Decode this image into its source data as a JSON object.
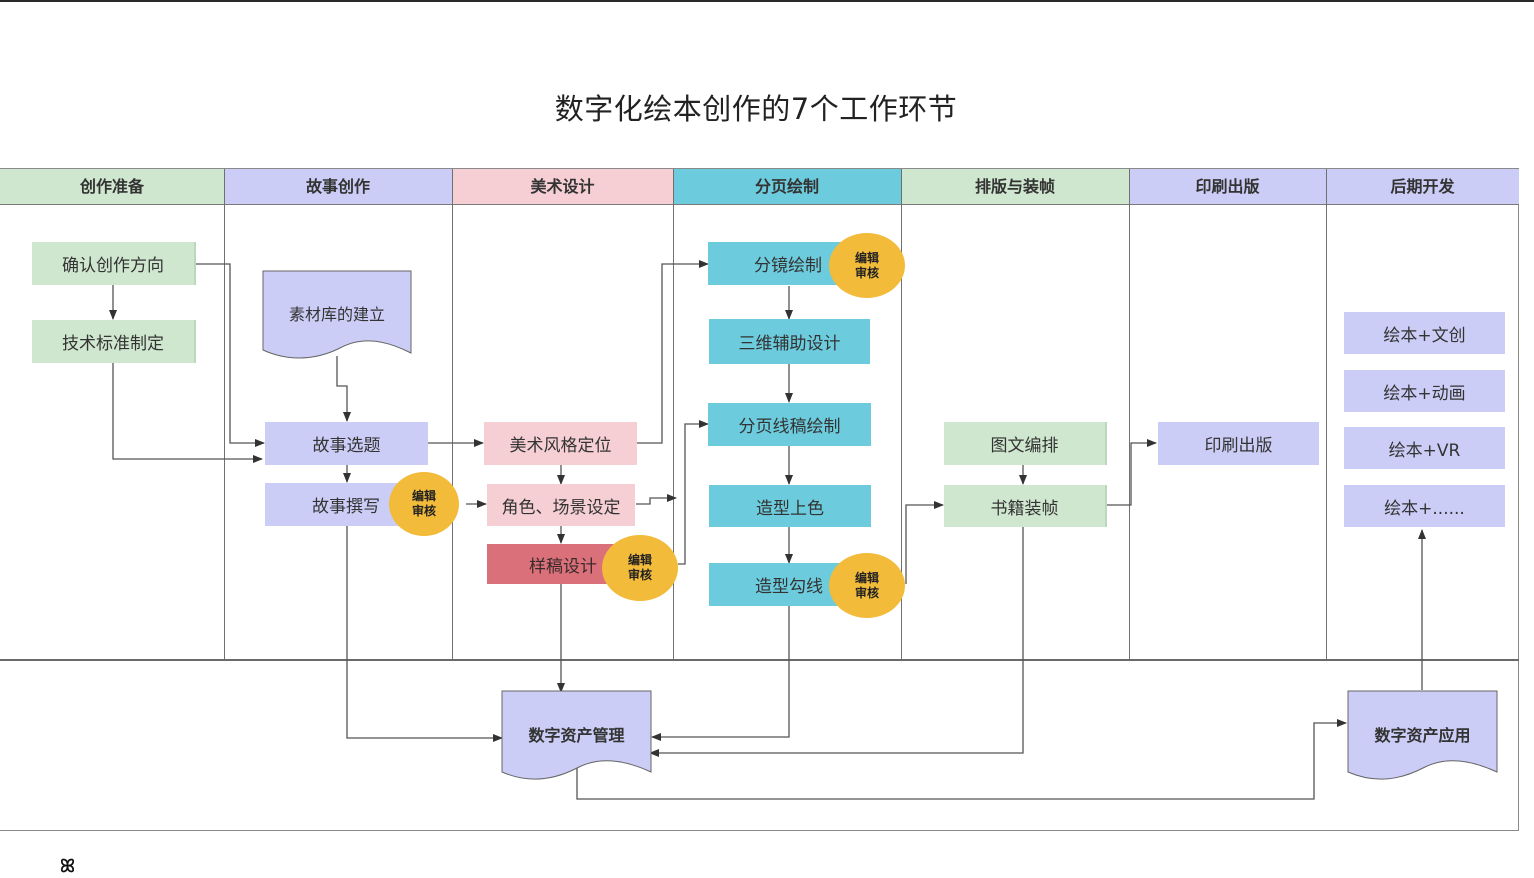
{
  "title": "数字化绘本创作的7个工作环节",
  "lanes": [
    {
      "label": "创作准备",
      "color": "#cfe6cf"
    },
    {
      "label": "故事创作",
      "color": "#cccdf6"
    },
    {
      "label": "美术设计",
      "color": "#f6cfd4"
    },
    {
      "label": "分页绘制",
      "color": "#6ccbdc"
    },
    {
      "label": "排版与装帧",
      "color": "#cfe6cf"
    },
    {
      "label": "印刷出版",
      "color": "#cccdf6"
    },
    {
      "label": "后期开发",
      "color": "#cccdf6"
    }
  ],
  "nodes": {
    "confirm_direction": "确认创作方向",
    "tech_standard": "技术标准制定",
    "material_library": "素材库的建立",
    "story_topic": "故事选题",
    "story_writing": "故事撰写",
    "art_style": "美术风格定位",
    "character_scene": "角色、场景设定",
    "sample_design": "样稿设计",
    "storyboard": "分镜绘制",
    "3d_assist": "三维辅助设计",
    "page_line_draft": "分页线稿绘制",
    "coloring": "造型上色",
    "outlining": "造型勾线",
    "layout": "图文编排",
    "binding": "书籍装帧",
    "printing": "印刷出版",
    "book_cultural": "绘本+文创",
    "book_animation": "绘本+动画",
    "book_vr": "绘本+VR",
    "book_more": "绘本+......",
    "asset_management": "数字资产管理",
    "asset_application": "数字资产应用"
  },
  "badge": {
    "line1": "编辑",
    "line2": "审核"
  },
  "colors": {
    "green": "#cfe6cf",
    "purple": "#cccdf6",
    "pink": "#f6cfd4",
    "red": "#d9707a",
    "cyan": "#6ccbdc",
    "badge": "#f2bb3a"
  },
  "logo_glyph": "ꕤ"
}
